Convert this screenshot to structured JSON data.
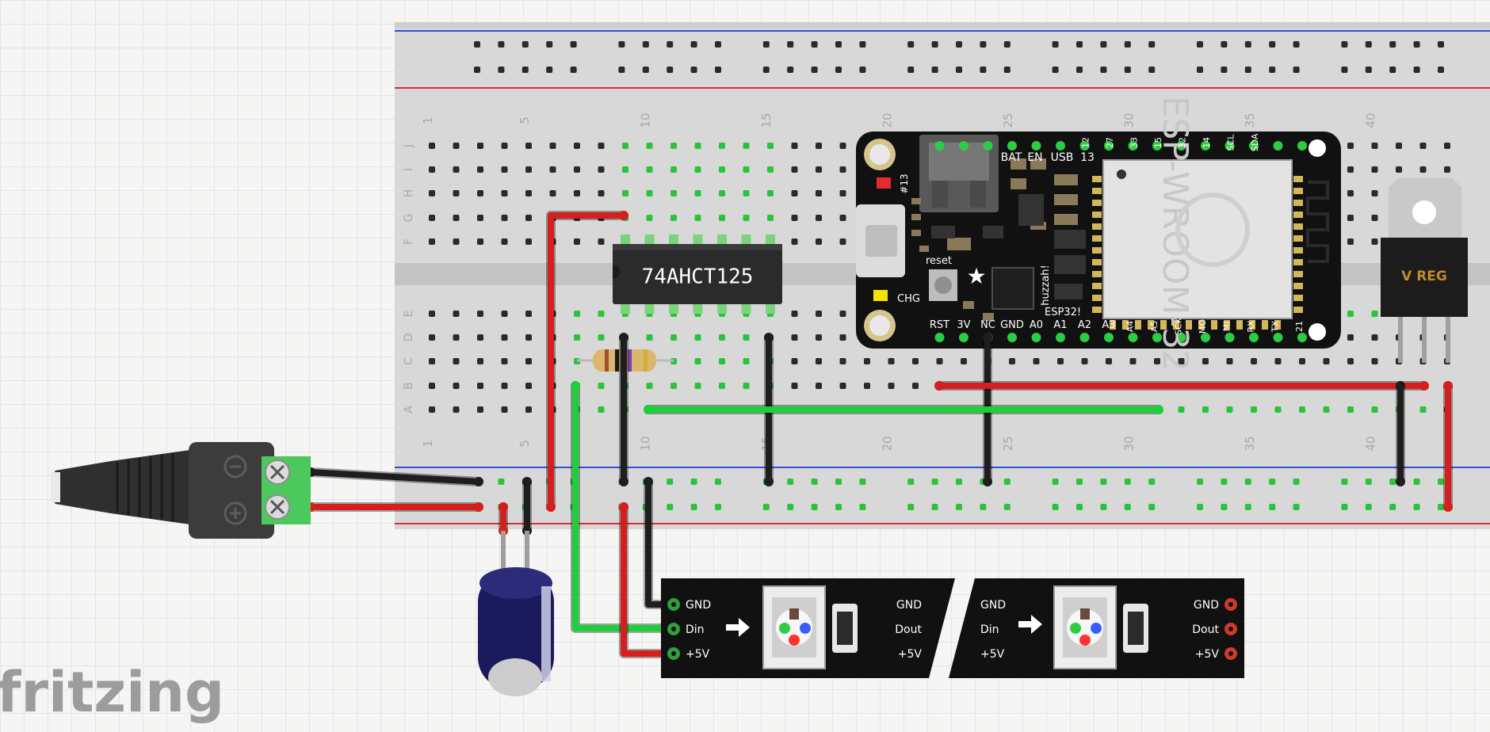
{
  "branding": {
    "logo_text": "fritzing"
  },
  "breadboard": {
    "column_numbers": [
      "1",
      "5",
      "10",
      "15",
      "20",
      "25",
      "30",
      "35",
      "40"
    ],
    "row_letters_top": [
      "J",
      "I",
      "H",
      "G",
      "F"
    ],
    "row_letters_bottom": [
      "E",
      "D",
      "C",
      "B",
      "A"
    ]
  },
  "ic": {
    "label": "74AHCT125"
  },
  "esp32": {
    "top_pins": [
      "BAT",
      "EN",
      "USB",
      "13",
      "12",
      "27",
      "33",
      "15",
      "32",
      "14",
      "SCL",
      "SDA"
    ],
    "bottom_pins": [
      "RST",
      "3V",
      "NC",
      "GND",
      "A0",
      "A1",
      "A2",
      "A3",
      "A4",
      "A5",
      "SCK",
      "MO",
      "MI",
      "RX",
      "TX",
      "21"
    ],
    "chip_label": "ESP-WROOM-32",
    "board_labels": {
      "reset": "reset",
      "chg": "CHG",
      "huzzah": "huzzah!",
      "esp32": "ESP32!",
      "led13": "#13"
    }
  },
  "regulator": {
    "label": "V REG"
  },
  "led_strip": {
    "left_pins": [
      "GND",
      "Din",
      "+5V"
    ],
    "mid_out_pins": [
      "GND",
      "Dout",
      "+5V"
    ],
    "mid_in_pins": [
      "GND",
      "Din",
      "+5V"
    ],
    "right_pins": [
      "GND",
      "Dout",
      "+5V"
    ]
  }
}
